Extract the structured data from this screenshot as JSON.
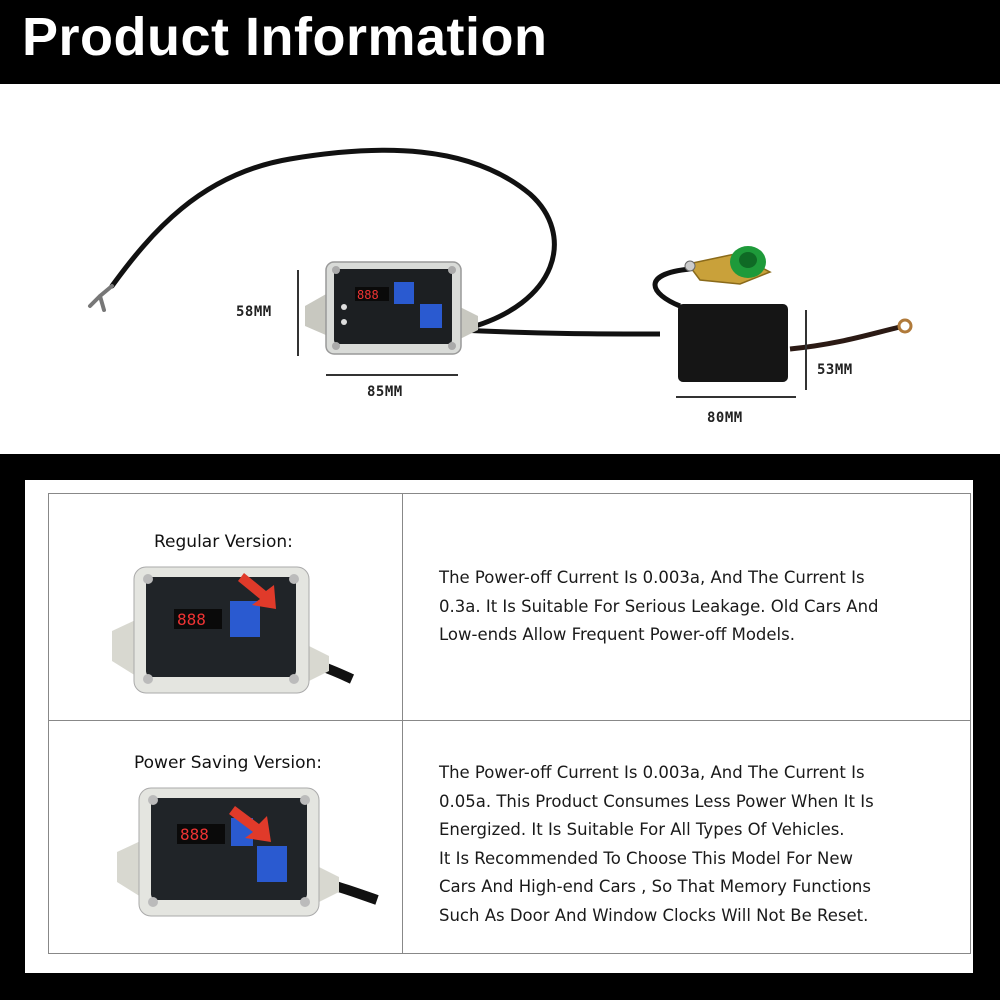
{
  "header": {
    "title": "Product Information"
  },
  "dimensions": {
    "main_height": "58MM",
    "main_width": "85MM",
    "switch_height": "53MM",
    "switch_width": "80MM"
  },
  "versions": [
    {
      "title": "Regular Version:",
      "lines": [
        "The Power-off Current Is 0.003a, And The Current Is",
        "0.3a. It Is Suitable For Serious Leakage. Old Cars And",
        "Low-ends Allow Frequent Power-off Models."
      ]
    },
    {
      "title": "Power Saving Version:",
      "lines": [
        "The Power-off Current Is 0.003a, And The Current Is",
        "0.05a. This Product Consumes Less Power When It Is",
        "Energized. It Is Suitable For All Types Of Vehicles.",
        "It Is Recommended To Choose This Model For New",
        "Cars And High-end Cars , So That Memory Functions",
        "Such As Door And Window Clocks Will Not Be Reset."
      ]
    }
  ],
  "colors": {
    "background": "#000000",
    "panel": "#ffffff",
    "accent_green": "#2e9e3a",
    "arrow_red": "#e03a2a"
  }
}
